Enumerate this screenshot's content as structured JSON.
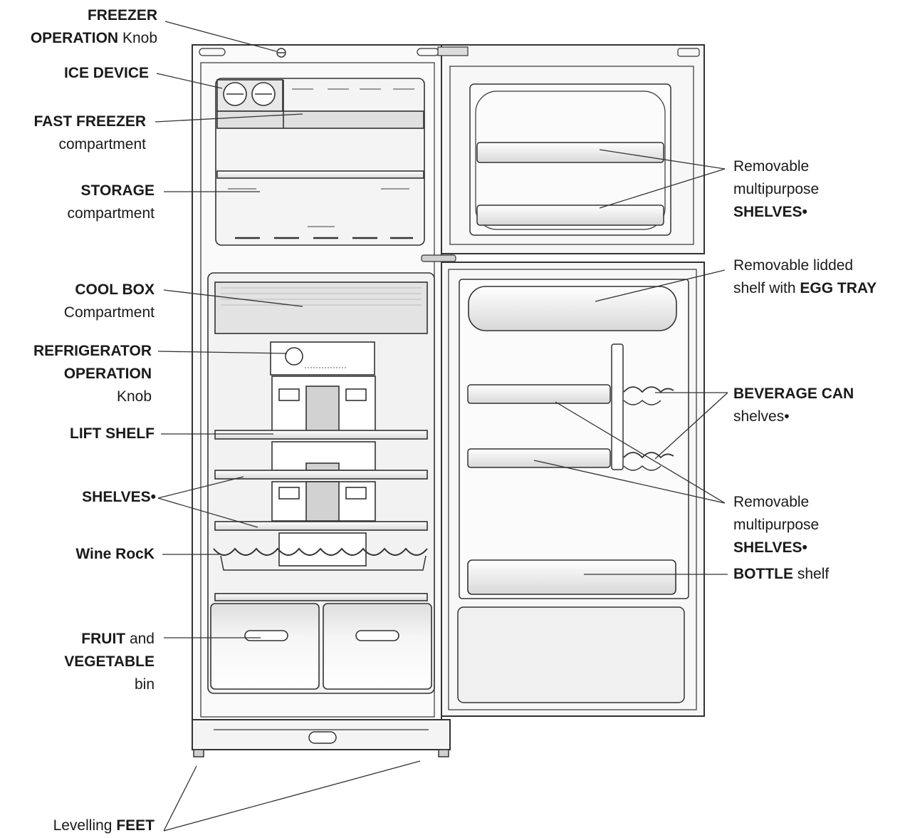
{
  "labels": {
    "freezer_knob": {
      "line1_bold": "FREEZER",
      "line2_bold": "OPERATION",
      "line2_normal": "Knob"
    },
    "ice_device": {
      "bold": "ICE DEVICE"
    },
    "fast_freezer": {
      "line1_bold": "FAST FREEZER",
      "line2_normal": "compartment"
    },
    "storage": {
      "line1_bold": "STORAGE",
      "line2_normal": "compartment"
    },
    "cool_box": {
      "line1_bold": "COOL BOX",
      "line2_normal": "Compartment"
    },
    "refrigerator_knob": {
      "line1_bold": "REFRIGERATOR",
      "line2_bold": "OPERATION",
      "line3_normal": "Knob"
    },
    "lift_shelf": {
      "bold": "LIFT SHELF"
    },
    "shelves_left": {
      "bold": "SHELVES•"
    },
    "wine_rock": {
      "bold": "Wine RocK"
    },
    "fruit_bin": {
      "line1_bold": "FRUIT",
      "line1_normal": "and",
      "line2_bold": "VEGETABLE",
      "line3_normal": "bin"
    },
    "levelling_feet": {
      "normal": "Levelling",
      "bold": "FEET"
    },
    "freezer_door_shelves": {
      "line1_normal": "Removable",
      "line2_normal": "multipurpose",
      "line3_bold": "SHELVES•"
    },
    "egg_tray": {
      "line1_normal": "Removable lidded",
      "line2_normal": "shelf with",
      "line2_bold": "EGG TRAY"
    },
    "beverage_can": {
      "line1_bold": "BEVERAGE CAN",
      "line2_normal": "shelves•"
    },
    "fridge_door_shelves": {
      "line1_normal": "Removable",
      "line2_normal": "multipurpose",
      "line3_bold": "SHELVES•"
    },
    "bottle_shelf": {
      "bold": "BOTTLE",
      "normal": "shelf"
    }
  },
  "colors": {
    "ink": "#1a1a1a",
    "line": "#333333",
    "panel": "#f1f1f1",
    "shade": "#dcdcdc"
  }
}
